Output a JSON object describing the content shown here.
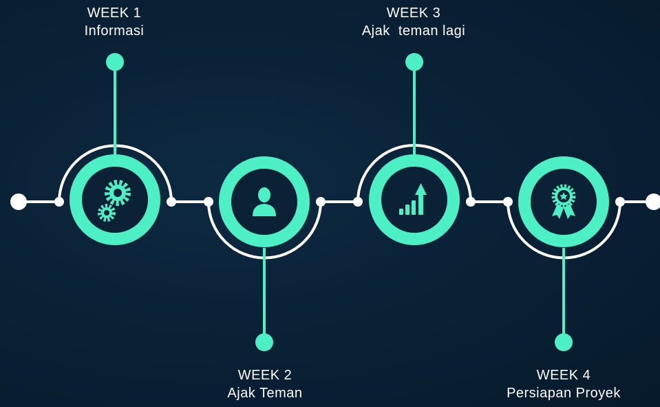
{
  "colors": {
    "accent": "#4cf0c4",
    "line": "#ffffff",
    "node_center": "#0a2136",
    "icon": "#4cf0c4"
  },
  "steps": [
    {
      "title": "WEEK 1",
      "subtitle": "Informasi",
      "icon": "gears-icon"
    },
    {
      "title": "WEEK 2",
      "subtitle": "Ajak Teman",
      "icon": "user-icon"
    },
    {
      "title": "WEEK 3",
      "subtitle": "Ajak  teman lagi",
      "icon": "growth-chart-icon"
    },
    {
      "title": "WEEK 4",
      "subtitle": "Persiapan Proyek",
      "icon": "award-ribbon-icon"
    }
  ]
}
